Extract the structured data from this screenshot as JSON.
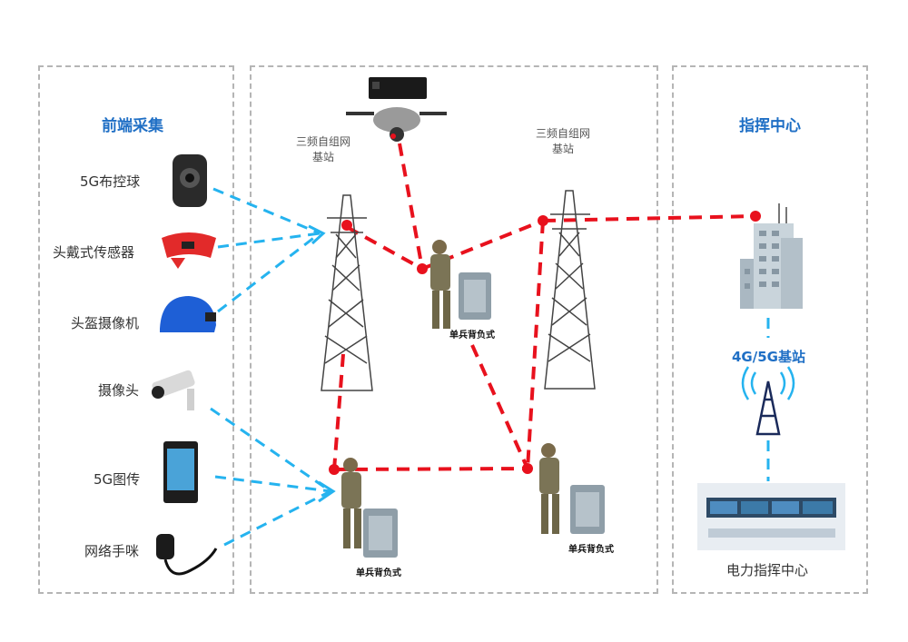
{
  "left_panel": {
    "title": "前端采集",
    "devices": [
      "5G布控球",
      "头戴式传感器",
      "头盔摄像机",
      "摄像头",
      "5G图传",
      "网络手咪"
    ]
  },
  "middle_panel": {
    "base_station_left": [
      "三频自组网",
      "基站"
    ],
    "base_station_right": [
      "三频自组网",
      "基站"
    ],
    "backpack_label": "单兵背负式"
  },
  "right_panel": {
    "title": "指挥中心",
    "cell_label": "4G/5G基站",
    "center_label": "电力指挥中心"
  },
  "colors": {
    "link_red": "#e8111d",
    "link_blue": "#25b3ef",
    "title_blue": "#1f6fc5"
  }
}
